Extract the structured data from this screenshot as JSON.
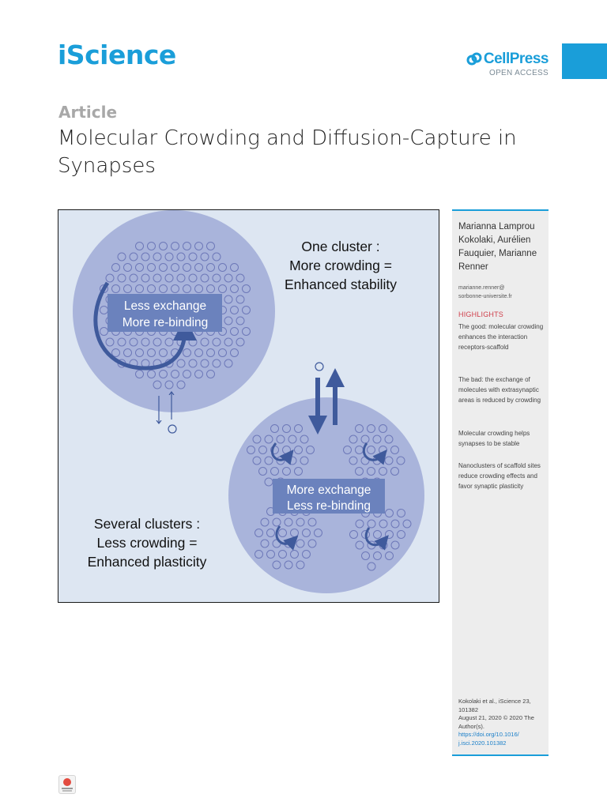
{
  "header": {
    "journal": "iScience",
    "publisher": "CellPress",
    "publisher_tag": "OPEN ACCESS"
  },
  "article": {
    "type": "Article",
    "title": "Molecular Crowding and Diffusion-Capture in Synapses"
  },
  "figure": {
    "top_right_text": [
      "One cluster :",
      "More crowding =",
      "Enhanced stability"
    ],
    "cluster_one_box": [
      "Less exchange",
      "More re-binding"
    ],
    "cluster_two_box": [
      "More exchange",
      "Less re-binding"
    ],
    "bottom_left_text": [
      "Several clusters :",
      "Less crowding =",
      "Enhanced plasticity"
    ]
  },
  "sidebar": {
    "authors": "Marianna Lamprou Kokolaki, Aurélien Fauquier, Marianne Renner",
    "email_line1": "marianne.renner@",
    "email_line2": "sorbonne-universite.fr",
    "highlights_heading": "HIGHLIGHTS",
    "highlights": [
      "The good: molecular crowding enhances the interaction receptors-scaffold",
      "The bad: the exchange of molecules with extrasynaptic areas is reduced by crowding",
      "Molecular crowding helps synapses to be stable",
      "Nanoclusters of scaffold sites reduce crowding effects and favor synaptic plasticity"
    ],
    "citation_line1": "Kokolaki et al., iScience 23, 101382",
    "citation_line2": "August 21, 2020 © 2020 The Author(s).",
    "doi_line1": "https://doi.org/10.1016/",
    "doi_line2": "j.isci.2020.101382"
  },
  "colors": {
    "accent": "#1a9ed9",
    "highlight_heading": "#d0404c",
    "figure_background": "#dde6f2",
    "synapse_fill": "#a9b4db",
    "arrow": "#3f5a9c",
    "label_box": "#6b82bd"
  },
  "icons": {
    "publisher_logo": "cellpress-logo-icon",
    "crossmark": "check-for-updates-icon"
  }
}
